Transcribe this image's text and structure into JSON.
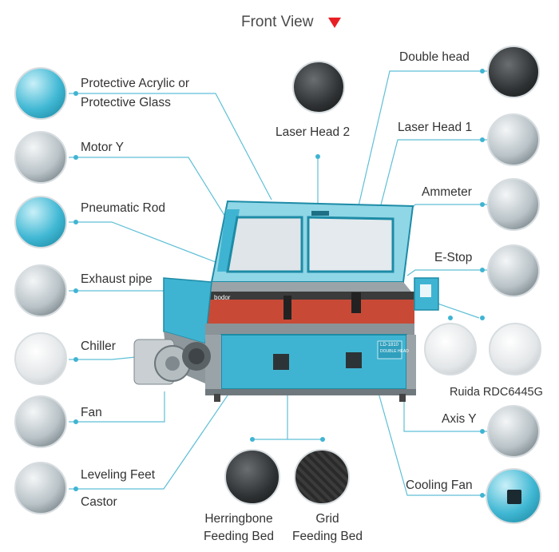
{
  "title": "Front View",
  "labels": {
    "protective_glass_1": "Protective Acrylic or",
    "protective_glass_2": "Protective Glass",
    "motor_y": "Motor Y",
    "pneumatic_rod": "Pneumatic Rod",
    "exhaust_pipe": "Exhaust pipe",
    "chiller": "Chiller",
    "fan": "Fan",
    "leveling_feet": "Leveling Feet",
    "castor": "Castor",
    "laser_head_2": "Laser Head 2",
    "double_head": "Double head",
    "laser_head_1": "Laser Head 1",
    "ammeter": "Ammeter",
    "e_stop": "E-Stop",
    "ruida": "Ruida RDC6445G",
    "axis_y": "Axis Y",
    "cooling_fan": "Cooling Fan",
    "herringbone_1": "Herringbone",
    "herringbone_2": "Feeding Bed",
    "grid_1": "Grid",
    "grid_2": "Feeding Bed"
  },
  "machine": {
    "logo": "bodor",
    "model_plate_1": "LD-1810",
    "model_plate_2": "DOUBLE HEAD"
  },
  "colors": {
    "accent_cyan": "#3fb4d2",
    "leader_line": "#5fbfd6",
    "title_arrow": "#e81e25"
  }
}
